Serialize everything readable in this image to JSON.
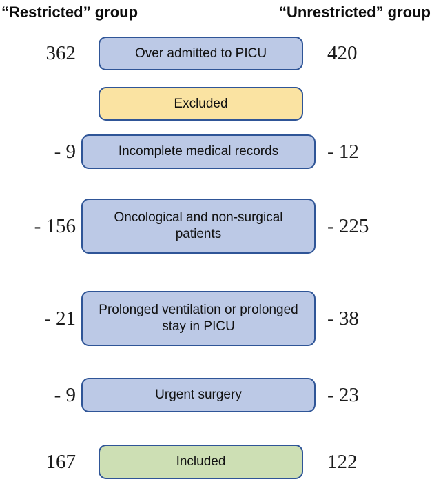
{
  "headers": {
    "left": "“Restricted” group",
    "right": "“Unrestricted” group"
  },
  "colors": {
    "box_border": "#2f5597",
    "box_fill_blue": "#bcc9e6",
    "box_fill_yellow": "#fae3a2",
    "box_fill_green": "#cddfb4"
  },
  "steps": [
    {
      "label": "Over admitted to PICU",
      "restricted": "362",
      "unrestricted": "420",
      "fill": "blue"
    },
    {
      "label": "Excluded",
      "restricted": "",
      "unrestricted": "",
      "fill": "yellow"
    },
    {
      "label": "Incomplete medical records",
      "restricted": "- 9",
      "unrestricted": "- 12",
      "fill": "blue"
    },
    {
      "label": "Oncological and non-surgical patients",
      "restricted": "- 156",
      "unrestricted": "- 225",
      "fill": "blue"
    },
    {
      "label": "Prolonged ventilation or prolonged stay in PICU",
      "restricted": "- 21",
      "unrestricted": "- 38",
      "fill": "blue"
    },
    {
      "label": "Urgent surgery",
      "restricted": "- 9",
      "unrestricted": "- 23",
      "fill": "blue"
    },
    {
      "label": "Included",
      "restricted": "167",
      "unrestricted": "122",
      "fill": "green"
    }
  ]
}
